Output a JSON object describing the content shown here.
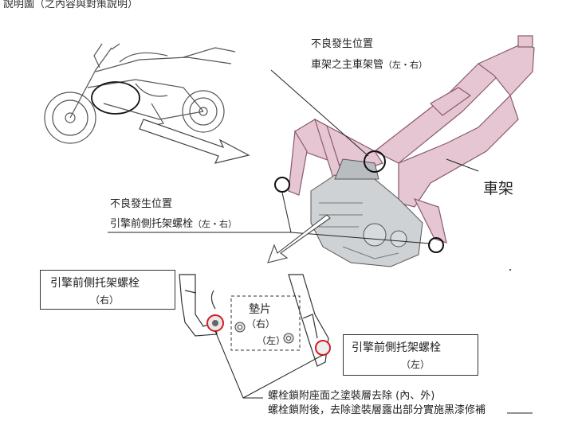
{
  "header": {
    "text": "說明圖（之內容與對策說明）"
  },
  "callout_frame": {
    "line1": "不良發生位置",
    "line2": "車架之主車架管",
    "line2_suffix": "（左・右）"
  },
  "callout_frame_label": {
    "text": "車架"
  },
  "callout_bolt": {
    "line1": "不良發生位置",
    "line2": "引擎前側托架螺栓",
    "line2_suffix": "（左・右）"
  },
  "box_bolt_right": {
    "title": "引擎前側托架螺栓",
    "side": "（右）"
  },
  "box_shim": {
    "title": "墊片",
    "right": "（右）",
    "left": "（左）"
  },
  "box_bolt_left": {
    "title": "引擎前側托架螺栓",
    "side": "（左）"
  },
  "notes": {
    "line1": "螺栓鎖附座面之塗裝層去除 (內、外)",
    "line2_prefix": "螺栓鎖附後，去除塗裝層露出部分實施黑漆",
    "line2_underlined": "修補"
  },
  "colors": {
    "frame_pink": "#e6c6d2",
    "frame_stroke": "#8a5a6c",
    "highlight_red": "#d31e25",
    "ink": "#222222"
  }
}
